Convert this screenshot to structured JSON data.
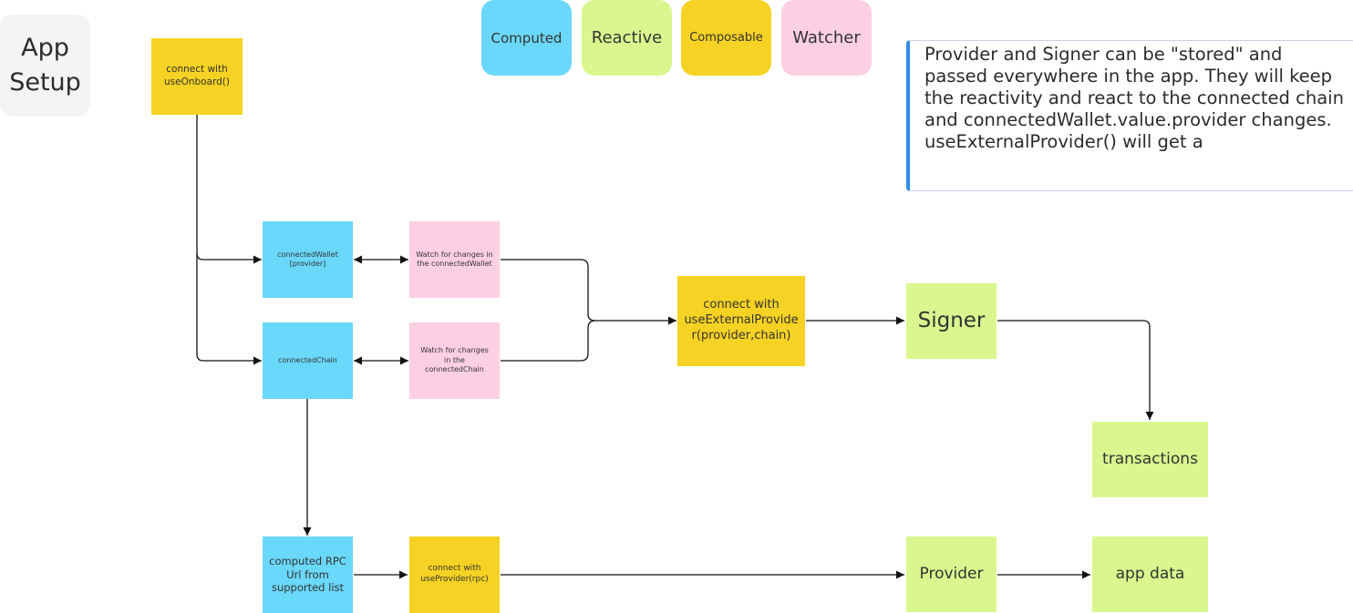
{
  "legend": {
    "computed": "Computed",
    "reactive": "Reactive",
    "composable": "Composable",
    "watcher": "Watcher"
  },
  "colors": {
    "computed": "#6ad8fa",
    "reactive": "#d9f78e",
    "composable": "#f5d223",
    "watcher": "#fdcfe3",
    "note_border": "#2f8de4"
  },
  "app_setup": {
    "line1": "App",
    "line2": "Setup"
  },
  "note": {
    "text": "Provider and Signer can be \"stored\" and passed everywhere in the app. They will keep the reactivity and react to the connected chain and connectedWallet.value.provider changes. useExternalProvider() will get a"
  },
  "nodes": {
    "use_onboard": [
      "connect with",
      "useOnboard()"
    ],
    "connected_wallet": [
      "connectedWallet",
      "[provider]"
    ],
    "watch_wallet": [
      "Watch for changes in",
      "the connectedWallet"
    ],
    "connected_chain": [
      "connectedChain"
    ],
    "watch_chain": [
      "Watch for changes",
      "in the",
      "connectedChain"
    ],
    "use_external_provider": [
      "connect with",
      "useExternalProvide",
      "r(provider,chain)"
    ],
    "signer": [
      "Signer"
    ],
    "transactions": [
      "transactions"
    ],
    "computed_rpc": [
      "computed RPC",
      "Url from",
      "supported list"
    ],
    "use_provider": [
      "connect with",
      "useProvider(rpc)"
    ],
    "provider": [
      "Provider"
    ],
    "app_data": [
      "app data"
    ]
  }
}
